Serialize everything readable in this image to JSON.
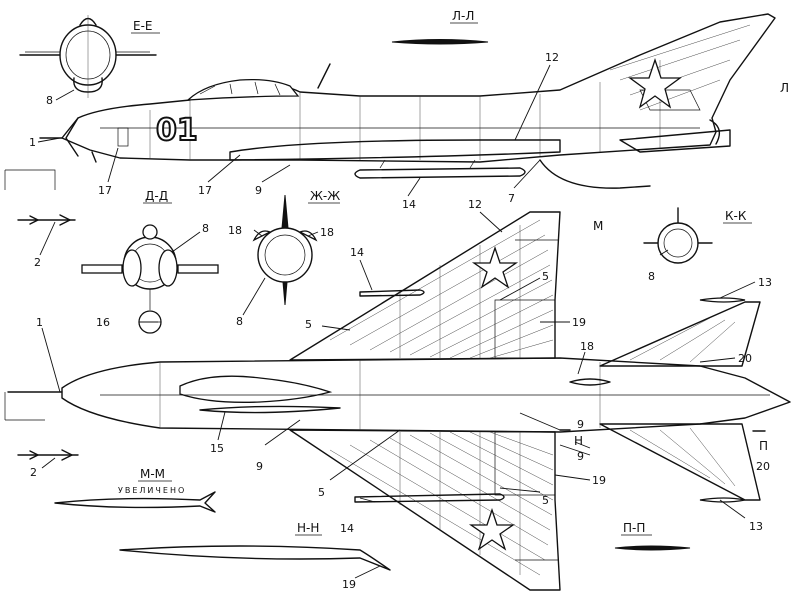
{
  "sections": {
    "ee": "Е-Е",
    "ll": "Л-Л",
    "l": "Л",
    "dd": "Д-Д",
    "zhzh": "Ж-Ж",
    "m": "М",
    "kk": "К-К",
    "mm": "М-М",
    "nn": "Н-Н",
    "n": "Н",
    "pp": "П-П",
    "p": "П"
  },
  "magnified_note": "УВЕЛИЧЕНО",
  "side_number": "01",
  "callouts": {
    "c1": "1",
    "c2": "2",
    "c5": "5",
    "c7": "7",
    "c8": "8",
    "c9": "9",
    "c12": "12",
    "c13": "13",
    "c14": "14",
    "c15": "15",
    "c16": "16",
    "c17": "17",
    "c18": "18",
    "c19": "19",
    "c20": "20"
  }
}
